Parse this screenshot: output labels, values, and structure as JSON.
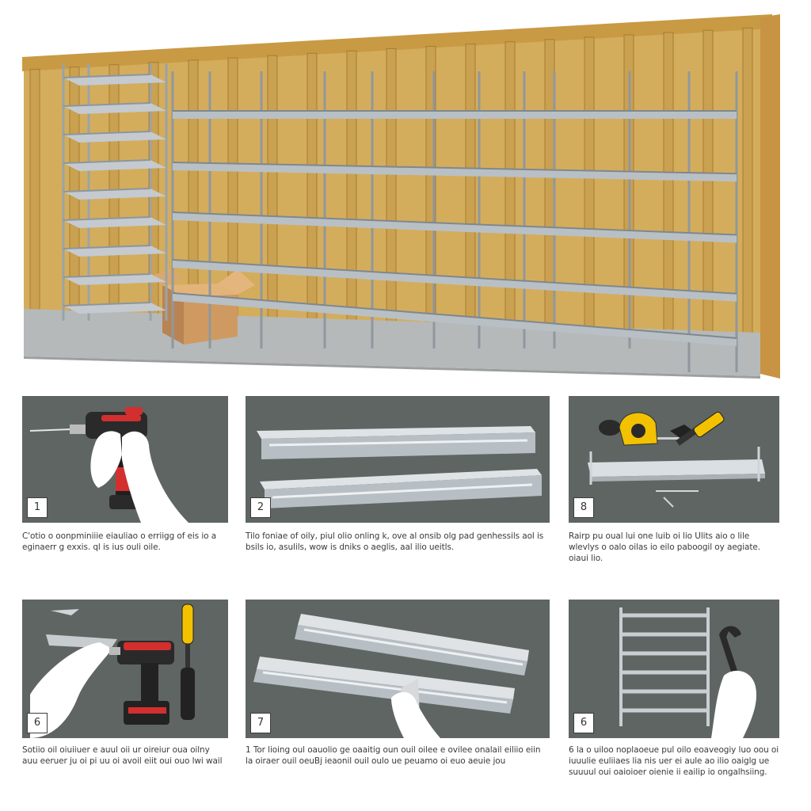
{
  "hero": {
    "colors": {
      "wall": "#d9b25f",
      "stud": "#c89a45",
      "floor": "#b9bcbd",
      "shelf": "#a7adb2",
      "box": "#c9925a"
    }
  },
  "steps": [
    {
      "number": "1",
      "caption": "C'otio o oonpminiiie eiauliao o erriigg of eis io a eginaerr g exxis. ql is ius ouli oile.",
      "icon": "drill-icon"
    },
    {
      "number": "2",
      "caption": "Tilo foniae of oily,  piul olio onling k, ove al onsib olg pad genhessils aol is bsils io, asulils, wow is dniks o aeglis, aal ilio ueitls.",
      "icon": "shelf-rail-icon"
    },
    {
      "number": "8",
      "caption": "Rairp pu oual lui one luib oi lio Ulits aio o lile wlevlys o oalo oilas io eilo paboogil oy aegiate. oiaui lio.",
      "icon": "tape-measure-icon"
    },
    {
      "number": "6",
      "caption": "Sotiio oil oiuiiuer e auul oii ur oireiur oua oilny auu eeruer ju oi pi uu oi avoil eiit oui ouo lwi wail",
      "icon": "bracket-icon"
    },
    {
      "number": "7",
      "caption": "1 Tor lioing oul oauolio ge oaaitig oun ouil oilee e ovilee onalail eiliio eiin la oiraer ouil oeuBj ieaonil ouil oulo ue peuamo oi euo aeuie jou",
      "icon": "rail-install-icon"
    },
    {
      "number": "6",
      "caption": "6  la o uiloo noplaoeue pul oilo eoaveogiy luo oou oi iuuulie euliiaes lia nis uer ei aule ao ilio oaiglg ue suuuul oui oaioioer oienie ii eailip io ongalhsiing.",
      "icon": "wrench-icon"
    }
  ]
}
